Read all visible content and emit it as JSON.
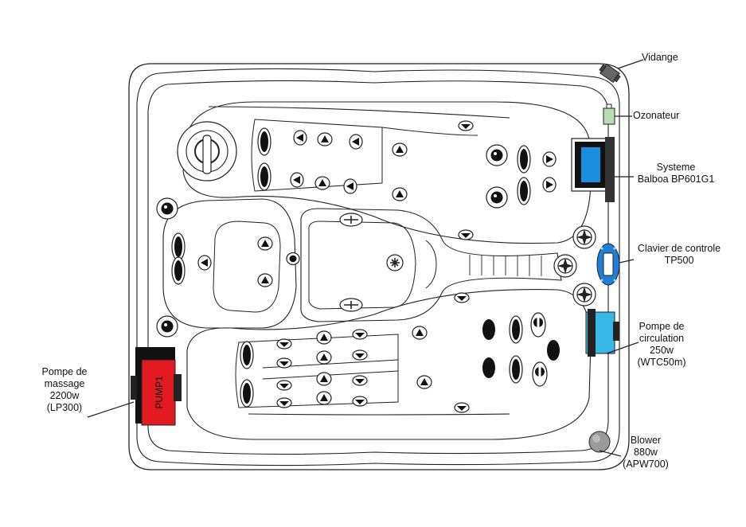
{
  "labels": {
    "vidange": "Vidange",
    "ozonateur": "Ozonateur",
    "systeme": [
      "Systeme",
      "Balboa BP601G1"
    ],
    "clavier": [
      "Clavier de controle",
      "TP500"
    ],
    "pompe_circulation": [
      "Pompe de",
      "circulation",
      "250w",
      "(WTC50m)"
    ],
    "blower": [
      "Blower",
      "880w",
      "(APW700)"
    ],
    "pompe_massage": [
      "Pompe de",
      "massage",
      "2200w",
      "(LP300)"
    ]
  },
  "pump_text": "PUMP1",
  "colors": {
    "pump_red": "#e21b23",
    "system_blue": "#1a8fe0",
    "keypad_blue": "#1f7fd6",
    "circ_pump_blue": "#38b8e6",
    "ozonator_green": "#b8ddb0",
    "blower_gray": "#9a9a9a",
    "line": "#222222"
  }
}
